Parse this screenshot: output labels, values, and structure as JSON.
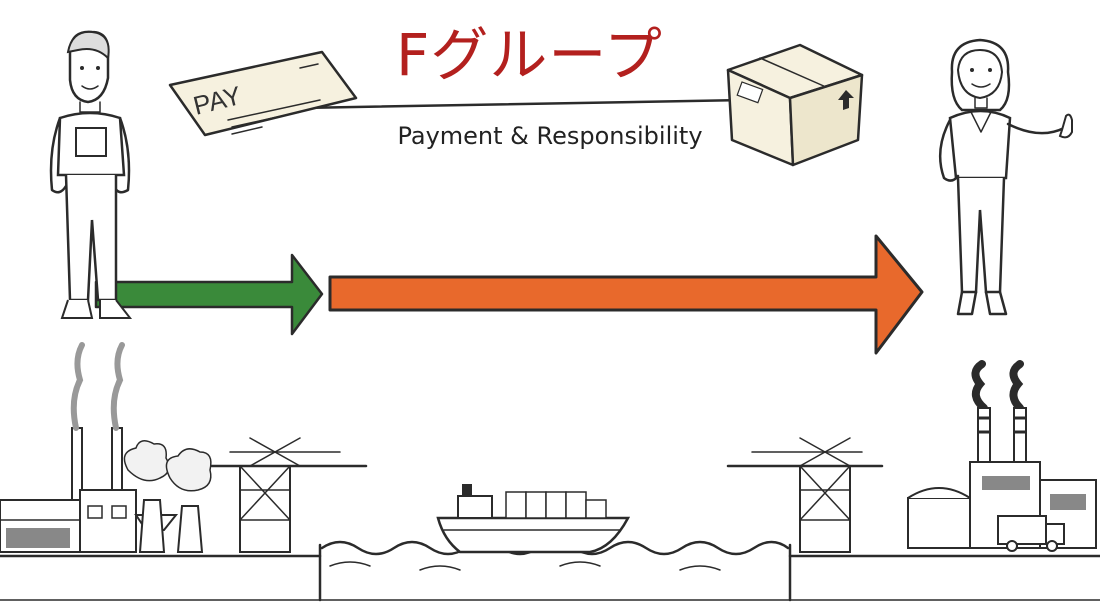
{
  "title": "Fグループ",
  "subtitle": "Payment & Responsibility",
  "check_label": "PAY",
  "colors": {
    "title": "#b3201e",
    "green_arrow": "#3a8a3a",
    "orange_arrow": "#e8692c",
    "box": "#f6f1df",
    "check": "#f6f1df"
  },
  "icons": {
    "seller": "worker-figure",
    "buyer": "woman-thumbs-up-figure",
    "payment": "check-icon",
    "goods": "box-icon"
  }
}
